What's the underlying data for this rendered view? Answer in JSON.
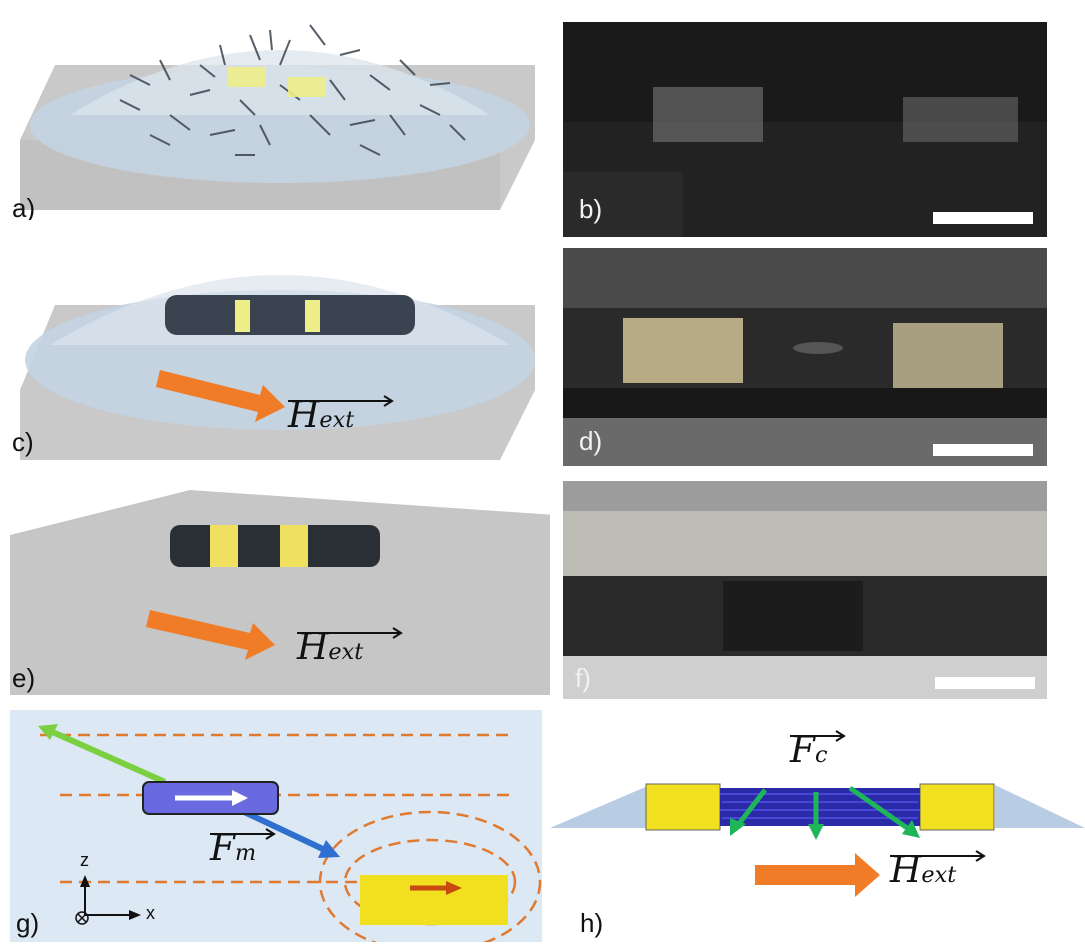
{
  "panels": {
    "a": {
      "label": "a)"
    },
    "b": {
      "label": "b)"
    },
    "c": {
      "label": "c)"
    },
    "d": {
      "label": "d)"
    },
    "e": {
      "label": "e)"
    },
    "f": {
      "label": "f)"
    },
    "g": {
      "label": "g)"
    },
    "h": {
      "label": "h)"
    }
  },
  "vectors": {
    "h_ext_c": {
      "symbol": "H",
      "sub": "ext"
    },
    "h_ext_e": {
      "symbol": "H",
      "sub": "ext"
    },
    "f_m": {
      "symbol": "F",
      "sub": "m"
    },
    "f_c": {
      "symbol": "F",
      "sub": "c"
    },
    "h_ext_h": {
      "symbol": "H",
      "sub": "ext"
    }
  },
  "axes": {
    "z": "z",
    "x": "x"
  },
  "colors": {
    "magnet_yellow": "#f0e020",
    "field_arrow": "#f07c28",
    "field_lines": "#e07a30",
    "rod_blue": "#2a2aa8",
    "force_green": "#1fb65a",
    "substrate_gray": "#c8c8c8",
    "panel_g_bg": "#dce8f4"
  }
}
